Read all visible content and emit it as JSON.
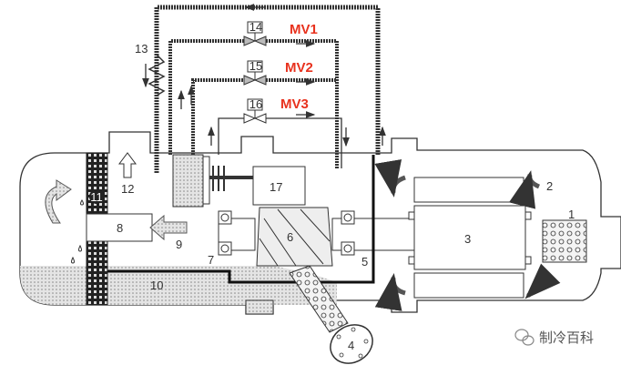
{
  "labels": {
    "n1": "1",
    "n2": "2",
    "n3": "3",
    "n4": "4",
    "n5": "5",
    "n6": "6",
    "n7": "7",
    "n8": "8",
    "n9": "9",
    "n10": "10",
    "n11": "11",
    "n12": "12",
    "n13": "13",
    "n14": "14",
    "n15": "15",
    "n16": "16",
    "n17": "17"
  },
  "valves": {
    "mv1": "MV1",
    "mv2": "MV2",
    "mv3": "MV3"
  },
  "watermark": "制冷百科",
  "colors": {
    "valve_label": "#e8321e",
    "line": "#333333",
    "oil": "#cfcfcf"
  }
}
